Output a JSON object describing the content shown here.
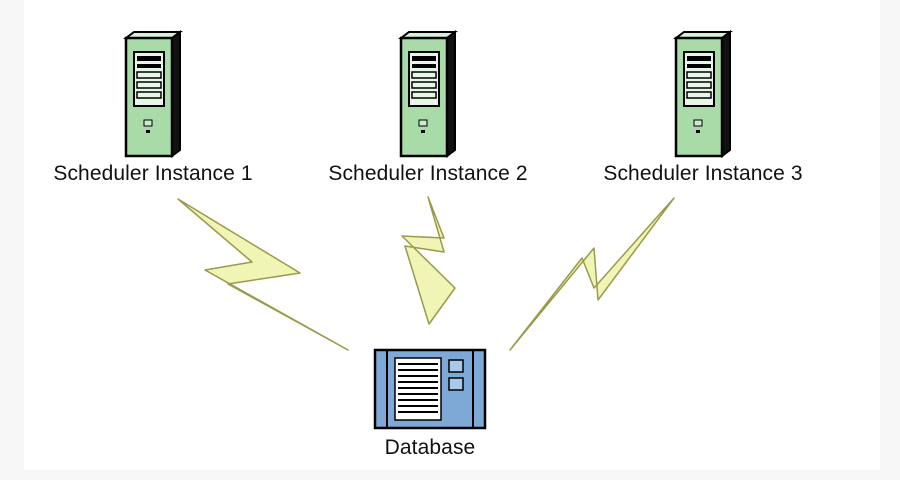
{
  "diagram": {
    "servers": [
      {
        "label": "Scheduler Instance 1",
        "icon": "server-tower-icon"
      },
      {
        "label": "Scheduler Instance 2",
        "icon": "server-tower-icon"
      },
      {
        "label": "Scheduler Instance 3",
        "icon": "server-tower-icon"
      }
    ],
    "database": {
      "label": "Database",
      "icon": "database-icon"
    },
    "connections": [
      {
        "from": "Scheduler Instance 1",
        "to": "Database"
      },
      {
        "from": "Scheduler Instance 2",
        "to": "Database"
      },
      {
        "from": "Scheduler Instance 3",
        "to": "Database"
      }
    ],
    "colors": {
      "server_fill": "#a9dba9",
      "server_outline": "#000000",
      "database_fill": "#7ea9d6",
      "bolt_fill": "#f0f5b5",
      "bolt_outline": "#9a9a4a"
    }
  }
}
